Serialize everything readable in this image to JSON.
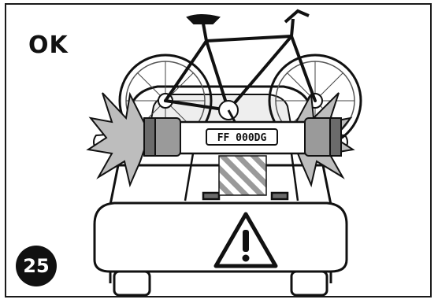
{
  "status_label": "OK",
  "step_number": "25",
  "license_plate": "FF 000DG",
  "colors": {
    "ink": "#111111",
    "light_gray": "#d9d9d9",
    "mid_gray": "#9a9a9a",
    "dark_gray": "#6b6b6b",
    "flash": "#bdbdbd"
  },
  "icons": [
    "warning-triangle-icon",
    "light-flash-icon",
    "bicycle-icon"
  ]
}
